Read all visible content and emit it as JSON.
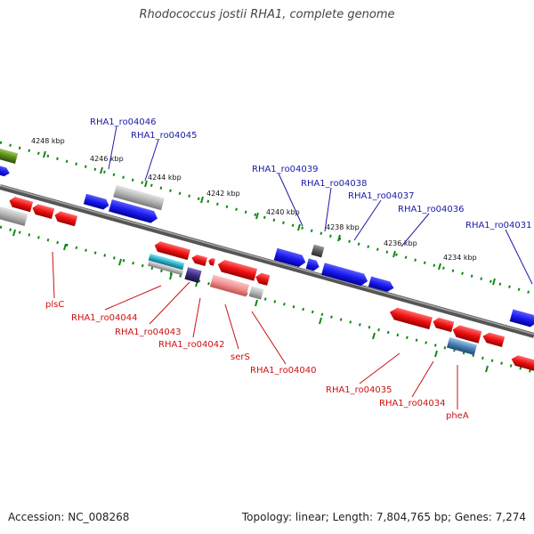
{
  "title": "Rhodococcus jostii RHA1, complete genome",
  "footer": {
    "accession": "Accession: NC_008268",
    "topology": "Topology: linear; Length: 7,804,765 bp; Genes: 7,274"
  },
  "colors": {
    "forward_gene": "#1a1aee",
    "reverse_gene": "#ee1111",
    "forward_label": "#1a1aa6",
    "reverse_label": "#cc1111",
    "tick": "#118811",
    "backbone": "#7a7a7a",
    "grey_feature": "#b4b4b4",
    "rna_feature": "#2ab0c8",
    "dark_feature": "#3a2a80",
    "pink_feature": "#f09090",
    "steel_feature": "#4a7fb0",
    "olive_feature": "#5a8a1a"
  },
  "scale_labels": [
    "4248 kbp",
    "4246 kbp",
    "4244 kbp",
    "4242 kbp",
    "4240 kbp",
    "4238 kbp",
    "4236 kbp",
    "4234 kbp"
  ],
  "forward_labels": [
    "RHA1_ro04046",
    "RHA1_ro04045",
    "RHA1_ro04039",
    "RHA1_ro04038",
    "RHA1_ro04037",
    "RHA1_ro04036",
    "RHA1_ro04031"
  ],
  "reverse_labels": [
    "plsC",
    "RHA1_ro04044",
    "RHA1_ro04043",
    "RHA1_ro04042",
    "serS",
    "RHA1_ro04040",
    "RHA1_ro04035",
    "RHA1_ro04034",
    "pheA"
  ]
}
